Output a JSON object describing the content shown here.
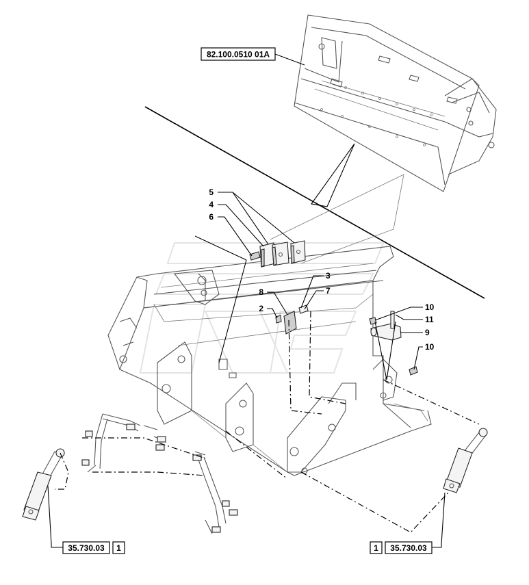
{
  "references": {
    "bucket_ref": "82.100.0510 01A",
    "left_cylinder_ref": "35.730.03",
    "left_cylinder_qty": "1",
    "right_cylinder_ref": "35.730.03",
    "right_cylinder_qty": "1"
  },
  "callouts": {
    "c1": "5",
    "c2": "4",
    "c3": "6",
    "c4": "3",
    "c5": "8",
    "c6": "7",
    "c7": "2",
    "c8": "10",
    "c9": "11",
    "c10": "9",
    "c11": "10"
  }
}
